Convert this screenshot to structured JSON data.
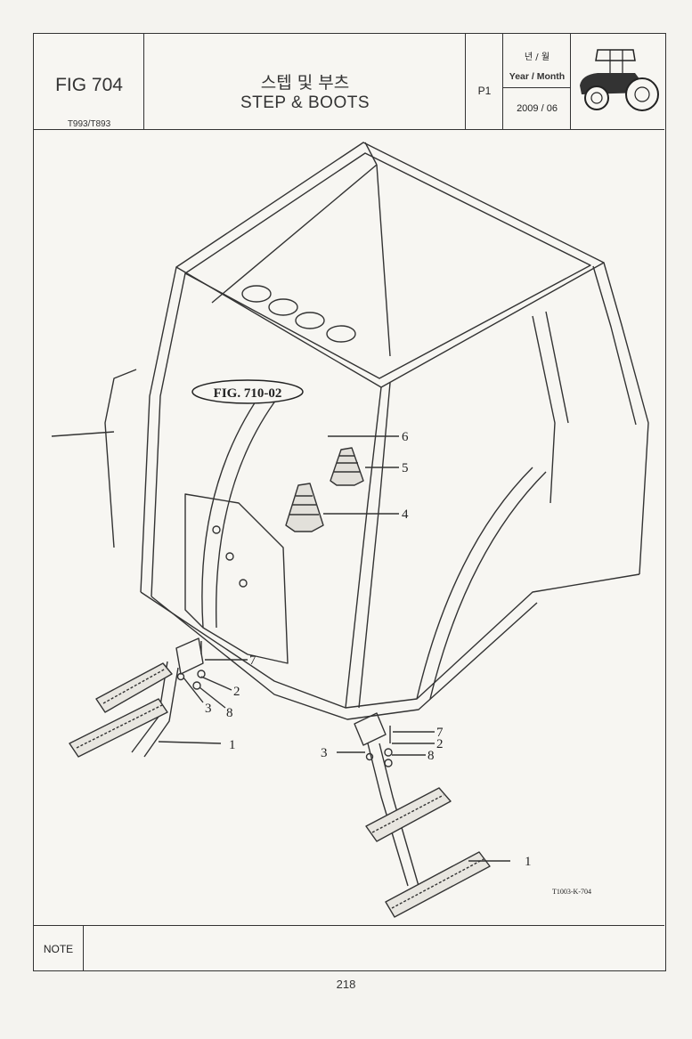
{
  "header": {
    "fig_label": "FIG 704",
    "model": "T993/T893",
    "title_ko": "스텝 및 부츠",
    "title_en": "STEP & BOOTS",
    "page_code": "P1",
    "year_month_ko": "년 / 월",
    "year_month_en": "Year / Month",
    "date": "2009 / 06",
    "tractor_icon": "tractor-icon"
  },
  "drawing": {
    "reference": "FIG. 710-02",
    "drawing_code": "T1003-K-704",
    "callouts": {
      "c1": "1",
      "c2": "2",
      "c3": "3",
      "c4": "4",
      "c5": "5",
      "c6": "6",
      "c7": "7",
      "c8": "8"
    }
  },
  "footer": {
    "note_label": "NOTE",
    "page_number": "218"
  }
}
